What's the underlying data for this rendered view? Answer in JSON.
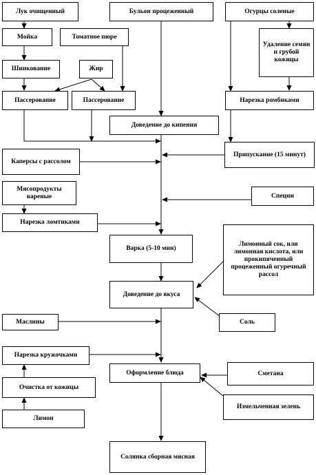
{
  "boxes": {
    "luk": "Лук очищенный",
    "bulon": "Бульон процеженный",
    "ogurcy": "Огурцы соленые",
    "moyka": "Мойка",
    "tomat": "Томатное пюре",
    "udalenie": "Удаление семян и грубой кожицы",
    "shinkovanie": "Шинкование",
    "zhir": "Жир",
    "passerovanie1": "Пассерование",
    "passerovanie2": "Пассерование",
    "narezka_rombikami": "Нарезка ромбиками",
    "dovedenie_kipenie": "Доведение до кипения",
    "pripuskanie": "Припускание (15 минут)",
    "kapersy": "Каперсы с рассолом",
    "myaso": "Мясопродукты вареные",
    "specii": "Специи",
    "narezka_lomtikami": "Нарезка ломтиками",
    "limonny": "Лимонный сок, или лимонная кислота, или прокипяченный процеженный огуречный рассол",
    "varka": "Варка (5-10 мин)",
    "dovedenie_vkusa": "Доведение до вкуса",
    "masliny": "Маслины",
    "sol": "Соль",
    "narezka_kruzhochkami": "Нарезка кружочками",
    "oformlenie": "Оформление блюда",
    "smetana": "Сметана",
    "ochistka": "Очистка от кожицы",
    "zelen": "Измельченная зелень",
    "limon": "Лимон",
    "solyanka": "Солянка сборная мясная"
  }
}
